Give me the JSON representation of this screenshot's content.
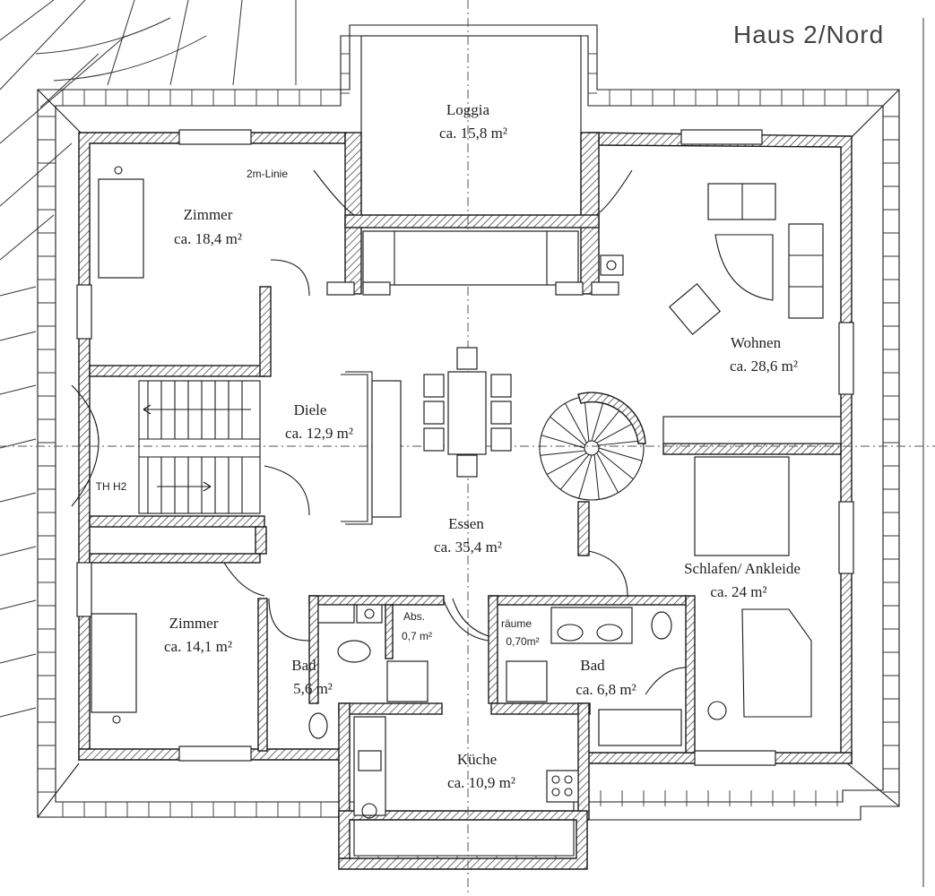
{
  "house_label": "Haus 2/Nord",
  "rooms": {
    "loggia": {
      "name": "Loggia",
      "area": "ca. 15,8 m²"
    },
    "zimmer_nw": {
      "name": "Zimmer",
      "area": "ca. 18,4 m²"
    },
    "wohnen": {
      "name": "Wohnen",
      "area": "ca. 28,6 m²"
    },
    "diele": {
      "name": "Diele",
      "area": "ca. 12,9 m²"
    },
    "essen": {
      "name": "Essen",
      "area": "ca. 35,4 m²"
    },
    "schlafen": {
      "name": "Schlafen/ Ankleide",
      "area": "ca. 24 m²"
    },
    "zimmer_sw": {
      "name": "Zimmer",
      "area": "ca. 14,1 m²"
    },
    "bad_left": {
      "name": "Bad",
      "area": "5,6 m²"
    },
    "abs": {
      "name": "Abs.",
      "area": "0,7 m²"
    },
    "raeume": {
      "name": "räume",
      "area": "0,70m²"
    },
    "bad_right": {
      "name": "Bad",
      "area": "ca. 6,8 m²"
    },
    "kueche": {
      "name": "Küche",
      "area": "ca. 10,9 m²"
    }
  },
  "annotations": {
    "line_note": "2m-Linie",
    "stair_label": "TH H2"
  }
}
